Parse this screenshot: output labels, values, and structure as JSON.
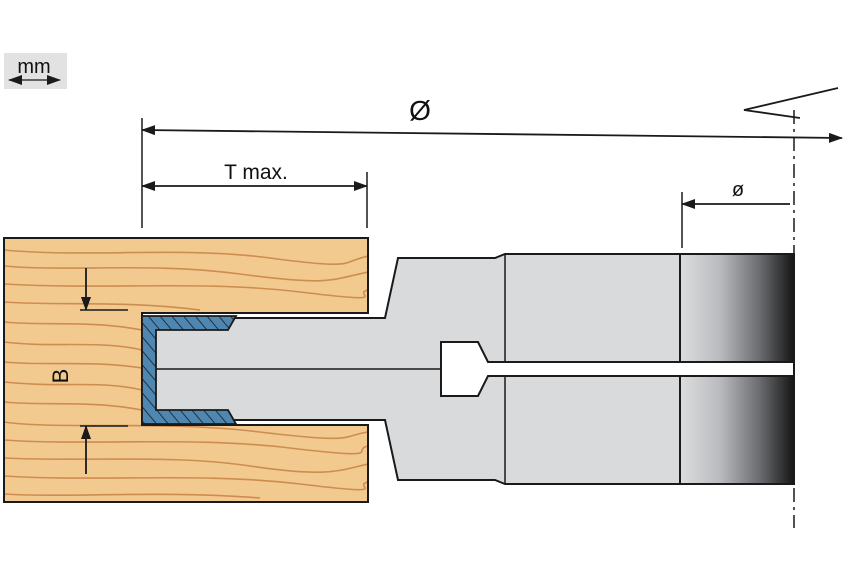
{
  "unit_badge": {
    "label": "mm"
  },
  "dimensions": {
    "outer_diameter": "Ø",
    "depth": "T max.",
    "bore_diameter": "ø",
    "width": "B"
  },
  "colors": {
    "wood_base": "#f2c98f",
    "wood_grain": "#c9874a",
    "tool_body": "#d8dadc",
    "blade": "#4f87b3",
    "line": "#1a1a1a",
    "badge_bg": "#e2e2e2"
  }
}
